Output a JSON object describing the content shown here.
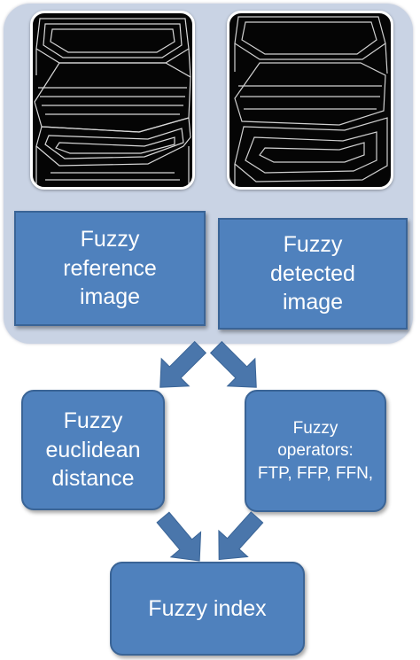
{
  "nodes": {
    "ref_image": "Fuzzy\nreference\nimage",
    "det_image": "Fuzzy\ndetected\nimage",
    "euclid": "Fuzzy\neuclidean\ndistance",
    "operators": "Fuzzy\noperators:\nFTP, FFP, FFN,",
    "index": "Fuzzy index"
  },
  "colors": {
    "box_fill": "#4f81bd",
    "box_border": "#3a6496",
    "panel": "#c9d3e4",
    "arrow": "#4a76ab"
  },
  "icons": {
    "reference_thumbnail": "edge-map-image",
    "detected_thumbnail": "edge-map-image"
  }
}
